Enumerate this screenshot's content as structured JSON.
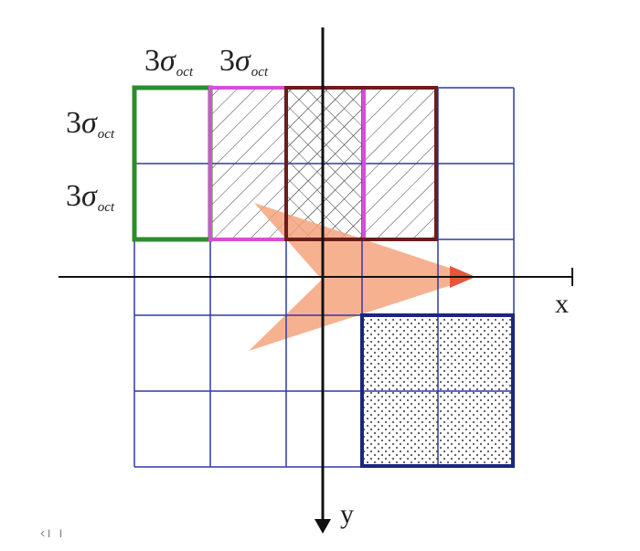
{
  "grid": {
    "cols": 5,
    "rows": 5,
    "line_color": "#2f3aa8"
  },
  "labels": {
    "top_left": {
      "num": "3",
      "sigma": "σ",
      "sub": "oct"
    },
    "top_right": {
      "num": "3",
      "sigma": "σ",
      "sub": "oct"
    },
    "side_upper": {
      "num": "3",
      "sigma": "σ",
      "sub": "oct"
    },
    "side_lower": {
      "num": "3",
      "sigma": "σ",
      "sub": "oct"
    }
  },
  "axes": {
    "x_label": "x",
    "y_label": "y"
  },
  "regions": {
    "green_box": {
      "color": "#2e8b2e"
    },
    "magenta_box": {
      "color": "#d64fd6"
    },
    "brown_box": {
      "color": "#6b1d1d"
    },
    "dotted_box": {
      "color": "#1c2680"
    }
  },
  "arrow": {
    "color": "#f4a47c",
    "tip_color": "#e8553a"
  },
  "fragment_text": "‹ı ı"
}
